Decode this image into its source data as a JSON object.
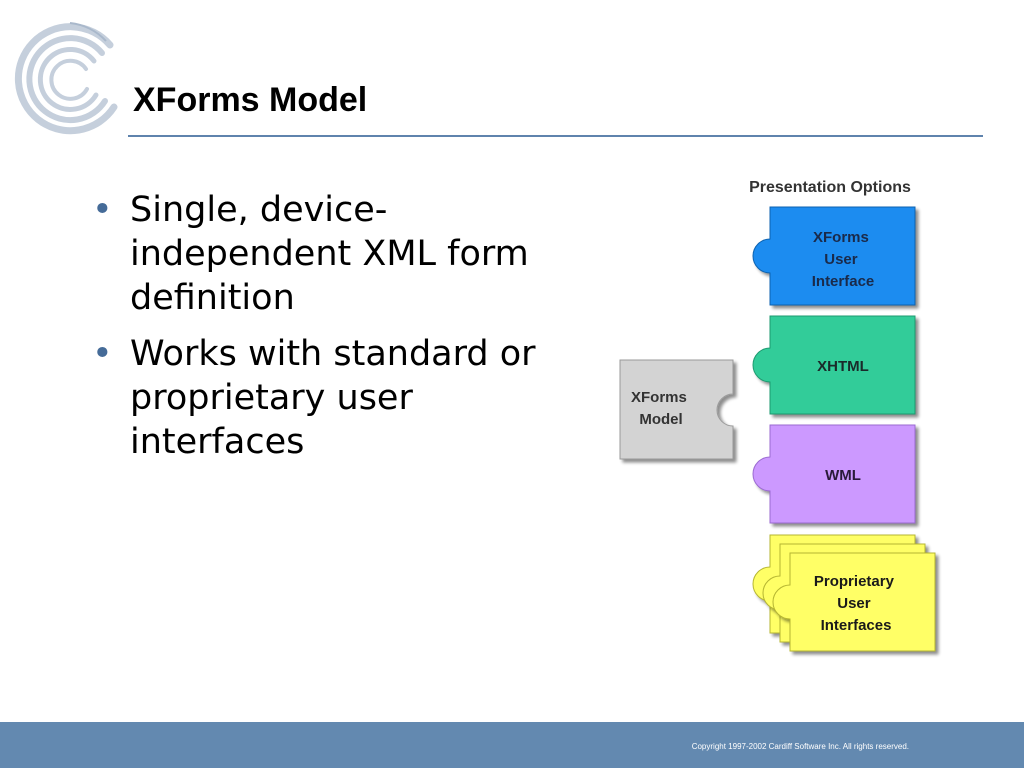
{
  "slide": {
    "title": "XForms Model",
    "bullets": [
      "Single, device-independent XML form definition",
      "Works with standard or proprietary user interfaces"
    ]
  },
  "diagram": {
    "heading": "Presentation Options",
    "model": [
      "XForms",
      "Model"
    ],
    "pieces": [
      {
        "lines": [
          "XForms",
          "User",
          "Interface"
        ],
        "color": "#1a8cf0"
      },
      {
        "lines": [
          "XHTML"
        ],
        "color": "#33cc99"
      },
      {
        "lines": [
          "WML"
        ],
        "color": "#cc99ff"
      },
      {
        "lines": [
          "Proprietary",
          "User",
          "Interfaces"
        ],
        "color": "#ffff66"
      }
    ],
    "model_color": "#d0d0d0"
  },
  "footer": {
    "copyright": "Copyright 1997-2002 Cardiff Software Inc. All rights reserved."
  },
  "colors": {
    "rule": "#5f83ad",
    "footer": "#6389b0",
    "bullet": "#456b98"
  },
  "icons": {
    "logo": "cardiff-swirl-logo"
  }
}
